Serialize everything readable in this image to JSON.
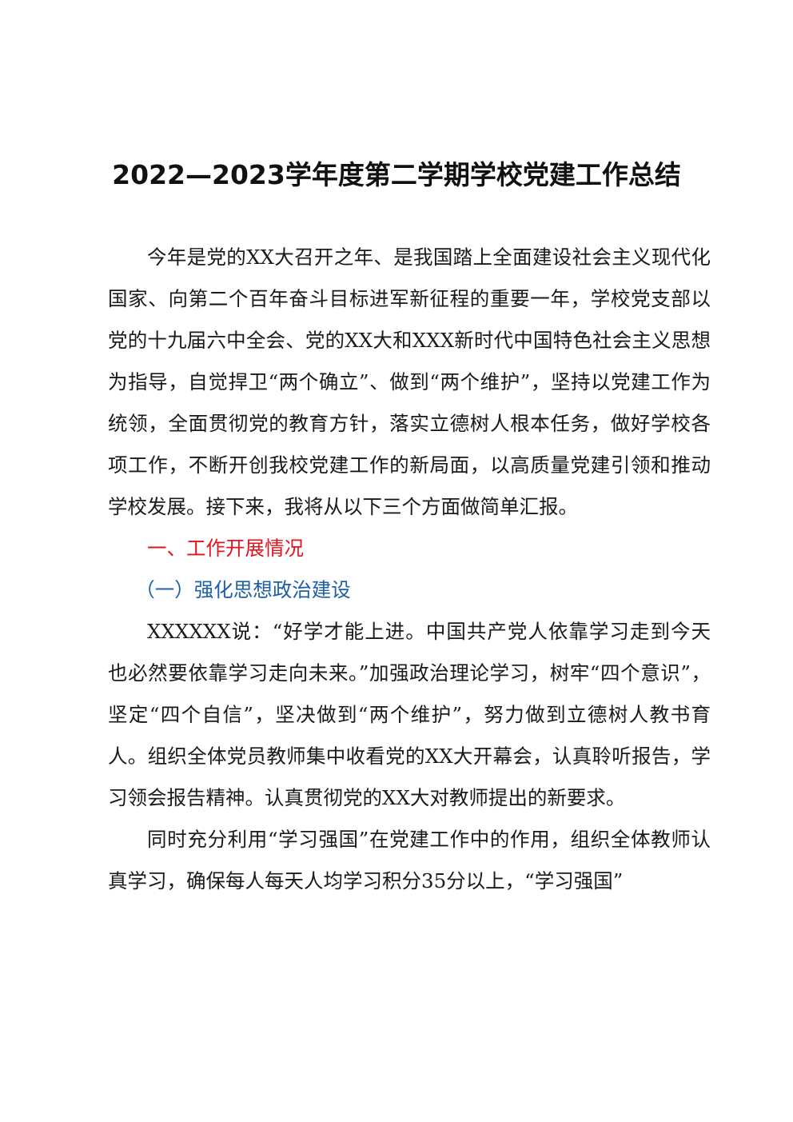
{
  "document": {
    "title": "2022—2023学年度第二学期学校党建工作总结",
    "paragraph_1": "今年是党的XX大召开之年、是我国踏上全面建设社会主义现代化国家、向第二个百年奋斗目标进军新征程的重要一年，学校党支部以党的十九届六中全会、党的XX大和XXX新时代中国特色社会主义思想为指导，自觉捍卫“两个确立”、做到“两个维护”，坚持以党建工作为统领，全面贯彻党的教育方针，落实立德树人根本任务，做好学校各项工作，不断开创我校党建工作的新局面，以高质量党建引领和推动学校发展。接下来，我将从以下三个方面做简单汇报。",
    "section_1_heading": "一、工作开展情况",
    "subsection_1_heading": "（一）强化思想政治建设",
    "paragraph_2": "XXXXXX说：“好学才能上进。中国共产党人依靠学习走到今天也必然要依靠学习走向未来。”加强政治理论学习，树牢“四个意识”，坚定“四个自信”，坚决做到“两个维护”，努力做到立德树人教书育人。组织全体党员教师集中收看党的XX大开幕会，认真聆听报告，学习领会报告精神。认真贯彻党的XX大对教师提出的新要求。",
    "paragraph_3": "同时充分利用“学习强国”在党建工作中的作用，组织全体教师认真学习，确保每人每天人均学习积分35分以上，“学习强国”"
  }
}
